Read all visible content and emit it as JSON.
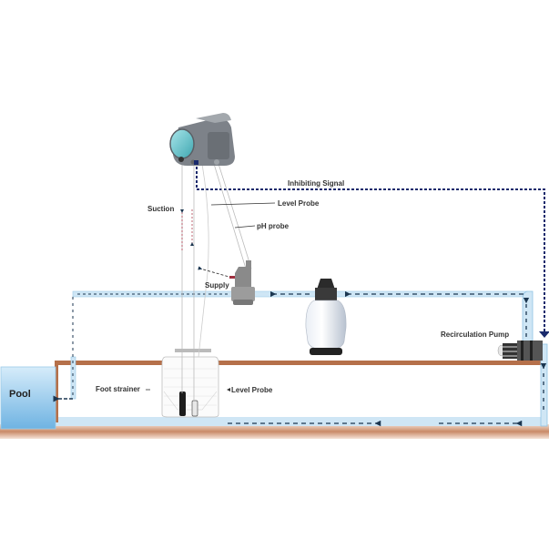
{
  "diagram": {
    "labels": {
      "pool": "Pool",
      "suction": "Suction",
      "supply": "Supply",
      "level_probe_top": "Level Probe",
      "ph_probe": "pH probe",
      "inhibiting_signal": "Inhibiting Signal",
      "foot_strainer": "Foot strainer",
      "level_probe_tank": "Level Probe",
      "recirculation_pump": "Recirculation Pump"
    },
    "components": [
      "dosing-pump",
      "sand-filter",
      "injection-valve",
      "chemical-tank",
      "recirculation-pump",
      "pool"
    ],
    "colors": {
      "pipe_fill": "#cfe6f5",
      "pipe_edge": "#8fc3e3",
      "ground": "#b5704a",
      "signal_line": "#1a2a6c",
      "flow_arrow": "#1b3650",
      "pool_water_top": "#cde7f8",
      "pool_water_bottom": "#6eb4e3"
    }
  }
}
